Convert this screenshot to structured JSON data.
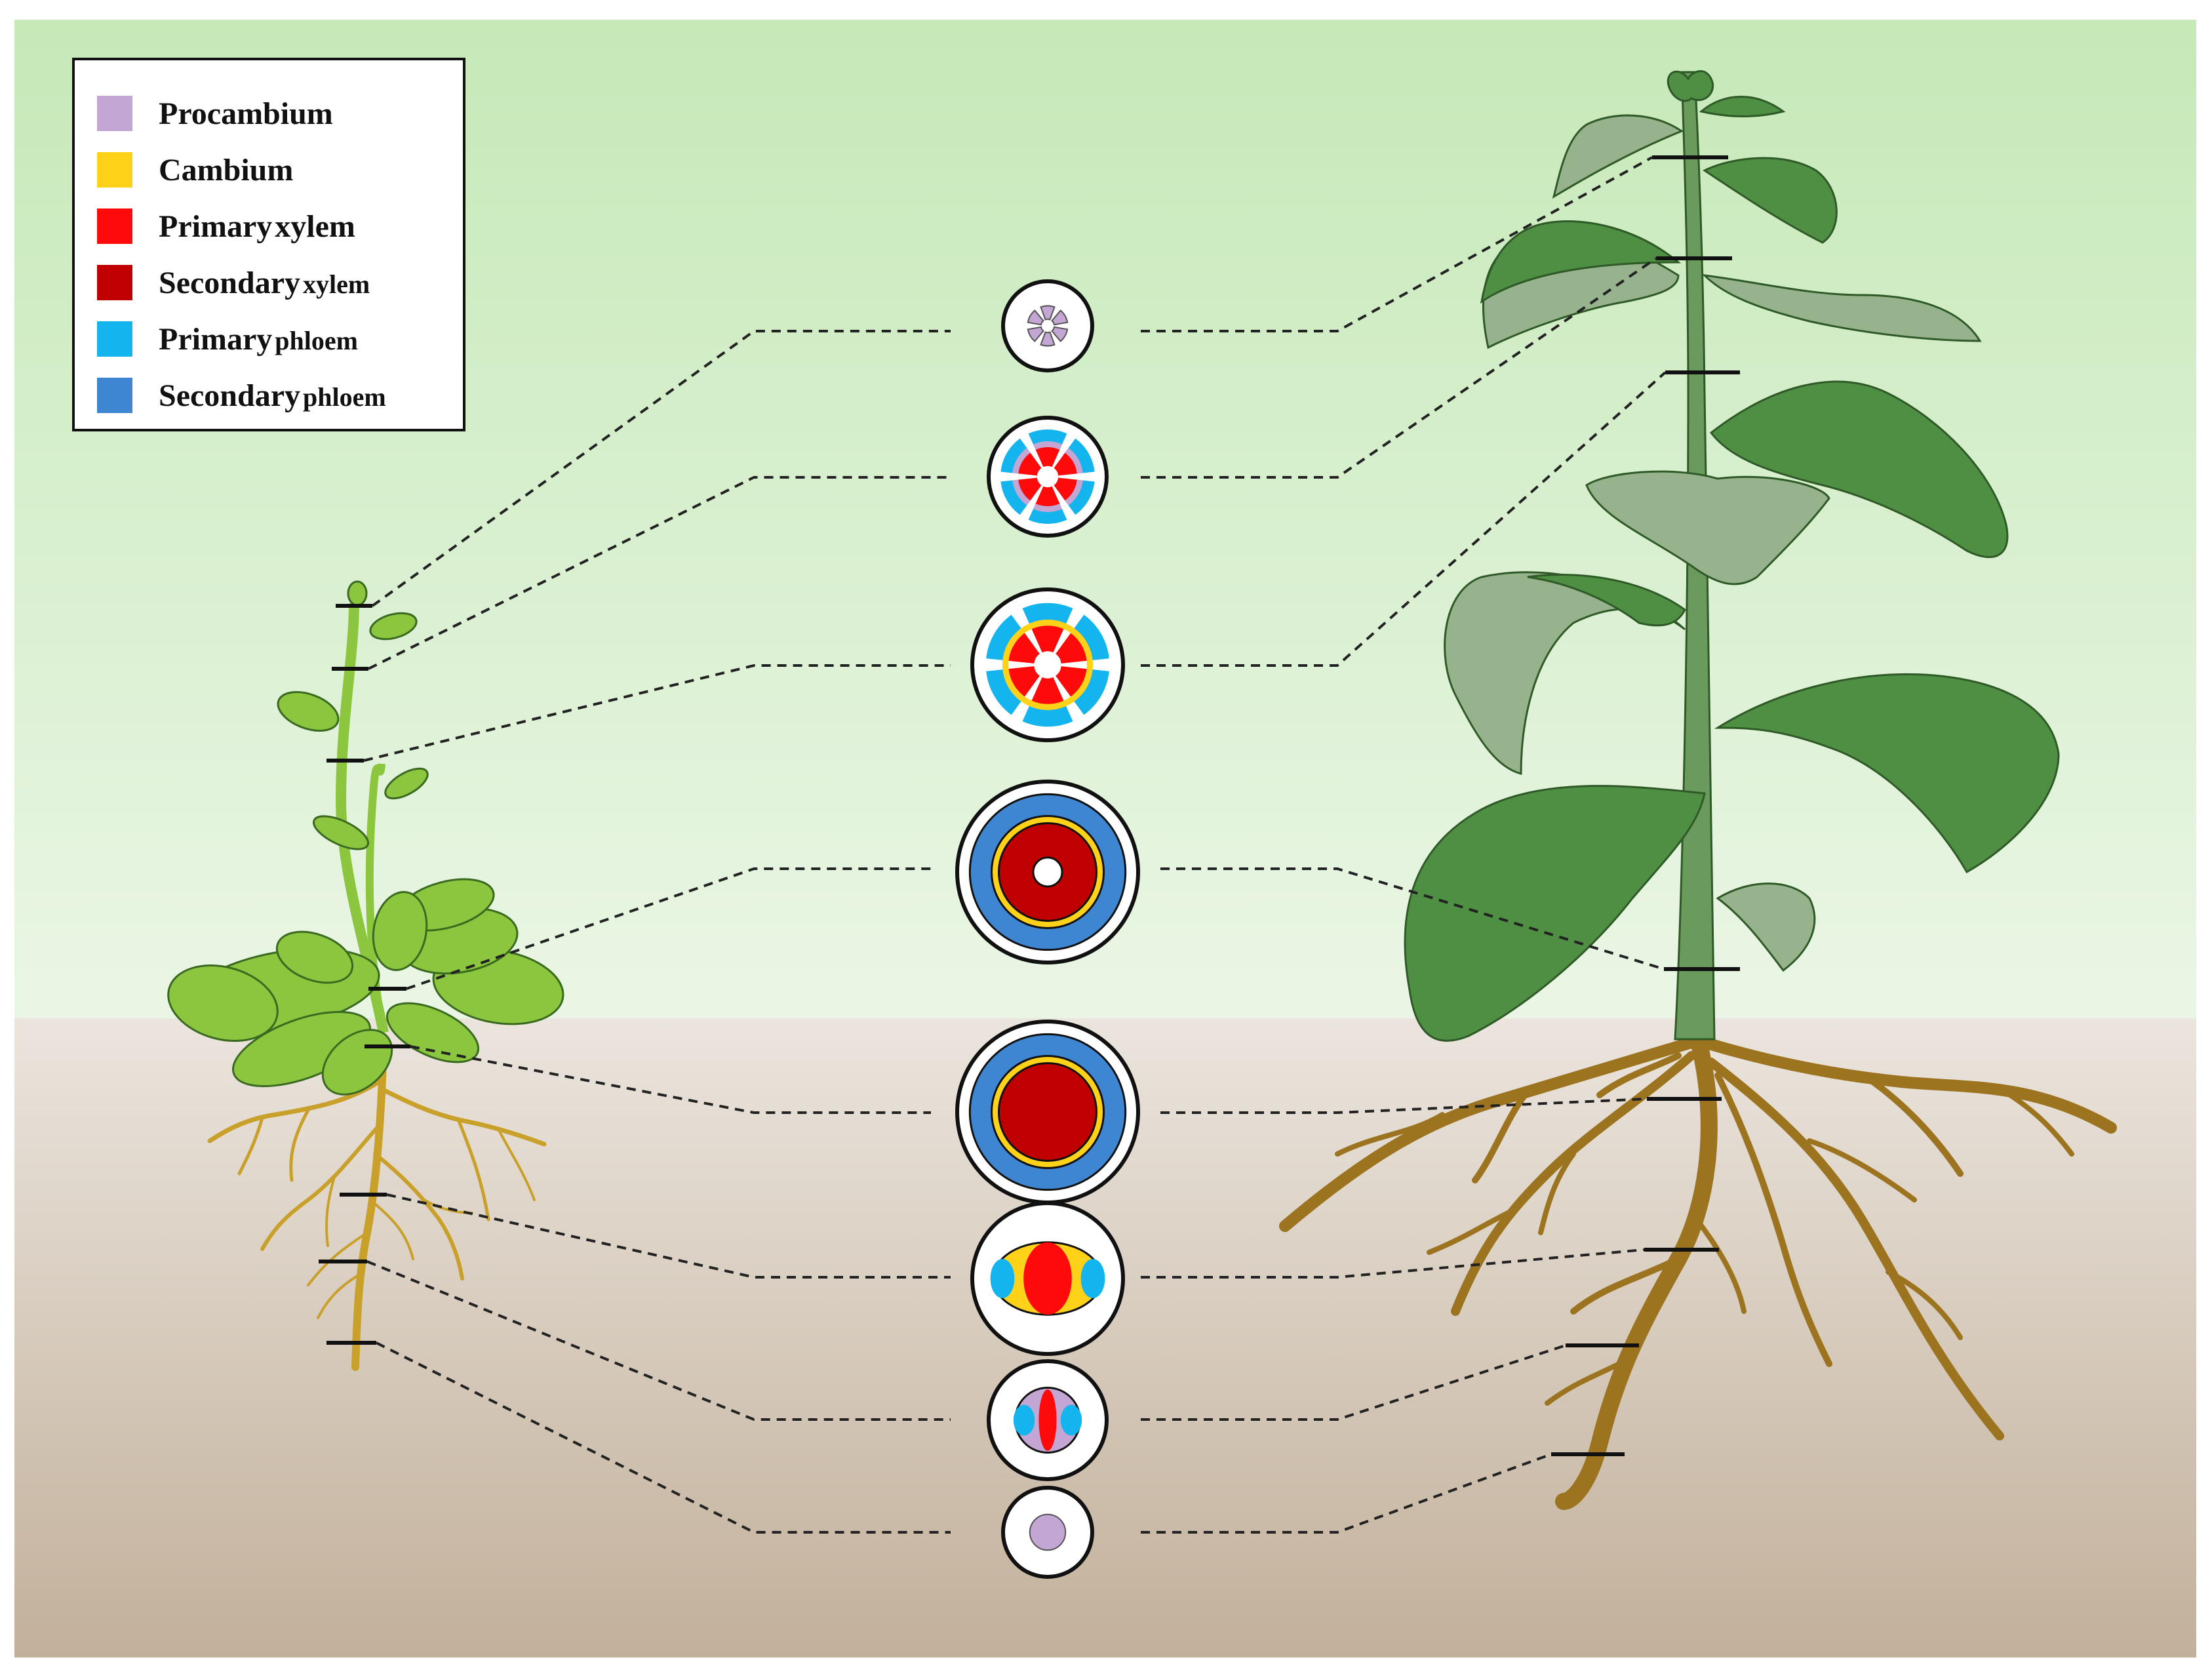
{
  "legend": {
    "items": [
      {
        "key": "procambium",
        "color": "#c3a6d3",
        "word1": "Procambium",
        "word2": "",
        "word2_small": false
      },
      {
        "key": "cambium",
        "color": "#ffd21a",
        "word1": "Cambium",
        "word2": "",
        "word2_small": false
      },
      {
        "key": "primary-xylem",
        "color": "#ff0a0a",
        "word1": "Primary",
        "word2": "xylem",
        "word2_small": false
      },
      {
        "key": "secondary-xylem",
        "color": "#c00000",
        "word1": "Secondary",
        "word2": "xylem",
        "word2_small": true
      },
      {
        "key": "primary-phloem",
        "color": "#14b4ef",
        "word1": "Primary",
        "word2": "phloem",
        "word2_small": true
      },
      {
        "key": "secondary-phloem",
        "color": "#3e86d2",
        "word1": "Secondary",
        "word2": "phloem",
        "word2_small": true
      }
    ]
  },
  "colors": {
    "sky_top": "#c6e9b8",
    "sky_bottom": "#eaf6e5",
    "soil_top": "#ebe5de",
    "soil_bottom": "#c2b09a",
    "small_plant_leaf": "#8cc63f",
    "small_plant_root": "#c8a02a",
    "big_plant_leaf": "#4f8f43",
    "big_plant_leaf_pale": "#97b38d",
    "big_plant_root": "#9c7420"
  },
  "cross_sections": [
    {
      "id": "young-stem",
      "structure": "procambium-bundles"
    },
    {
      "id": "stem-primary",
      "structure": "primary-bundles"
    },
    {
      "id": "stem-cambium",
      "structure": "cambium-ring"
    },
    {
      "id": "stem-secondary",
      "structure": "secondary-with-pith"
    },
    {
      "id": "root-secondary",
      "structure": "secondary-solid"
    },
    {
      "id": "root-cambium",
      "structure": "root-cambium"
    },
    {
      "id": "root-primary",
      "structure": "root-primary"
    },
    {
      "id": "root-tip",
      "structure": "procambium-core"
    }
  ]
}
